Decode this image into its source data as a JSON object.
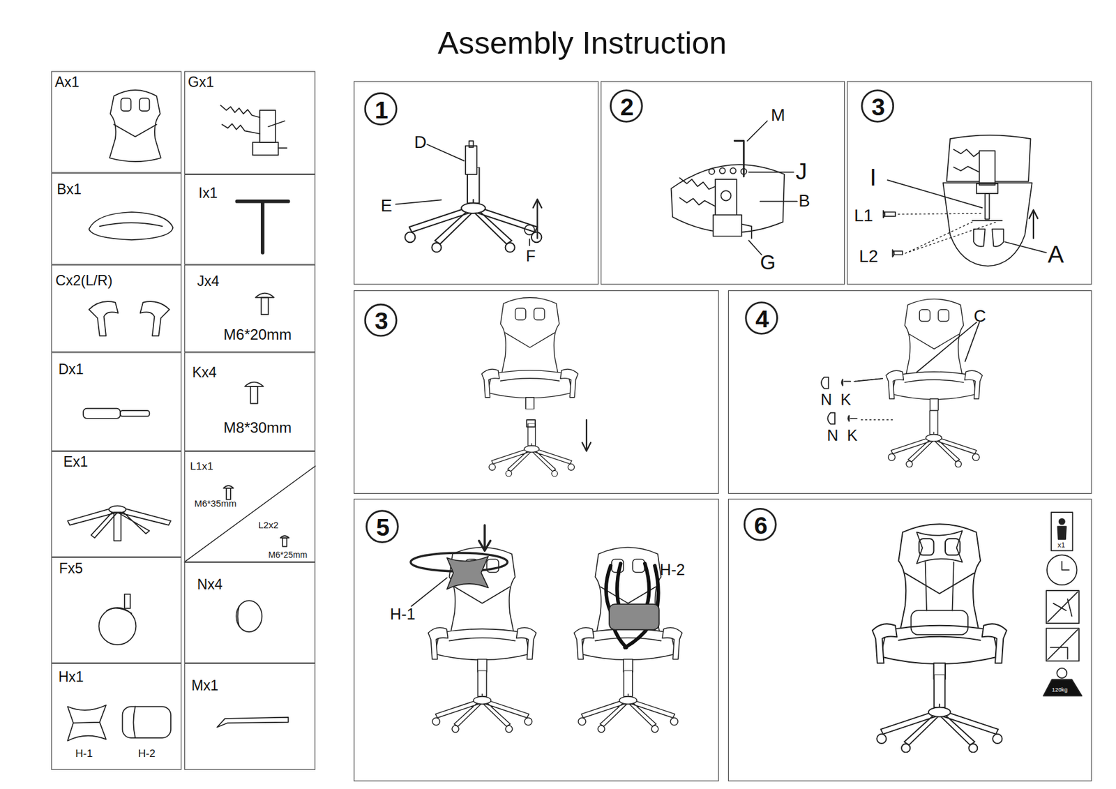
{
  "diagram": {
    "title": "Assembly Instruction",
    "nodes": [
      {
        "text": [
          "Ax1"
        ]
      },
      {
        "text": [
          "Gx1"
        ]
      },
      {
        "text": [
          "Bx1"
        ]
      },
      {
        "text": [
          "Ix1"
        ]
      },
      {
        "text": [
          "Cx2(L/R)"
        ]
      },
      {
        "text": [
          "Jx4",
          "M6*20mm"
        ]
      },
      {
        "text": [
          "Dx1"
        ]
      },
      {
        "text": [
          "Kx4",
          "M8*30mm"
        ]
      },
      {
        "text": [
          "Ex1"
        ]
      },
      {
        "text": [
          "L1x1",
          "M6*35mm",
          "L2x2",
          "M6*25mm"
        ]
      },
      {
        "text": [
          "Fx5"
        ]
      },
      {
        "text": [
          "Nx4"
        ]
      },
      {
        "text": [
          "Hx1",
          "H-1",
          "H-2"
        ]
      },
      {
        "text": [
          "Mx1"
        ]
      },
      {
        "text": [
          "1"
        ]
      },
      {
        "text": [
          "2"
        ]
      },
      {
        "text": [
          "3"
        ]
      },
      {
        "text": [
          "3"
        ]
      },
      {
        "text": [
          "4"
        ]
      },
      {
        "text": [
          "5"
        ]
      },
      {
        "text": [
          "6"
        ]
      }
    ],
    "labels": [
      "D",
      "E",
      "F",
      "M",
      "J",
      "B",
      "G",
      "I",
      "L1",
      "L2",
      "A",
      "C",
      "N",
      "K",
      "N",
      "K",
      "H-1",
      "H-2",
      "x1",
      "120kg"
    ]
  }
}
